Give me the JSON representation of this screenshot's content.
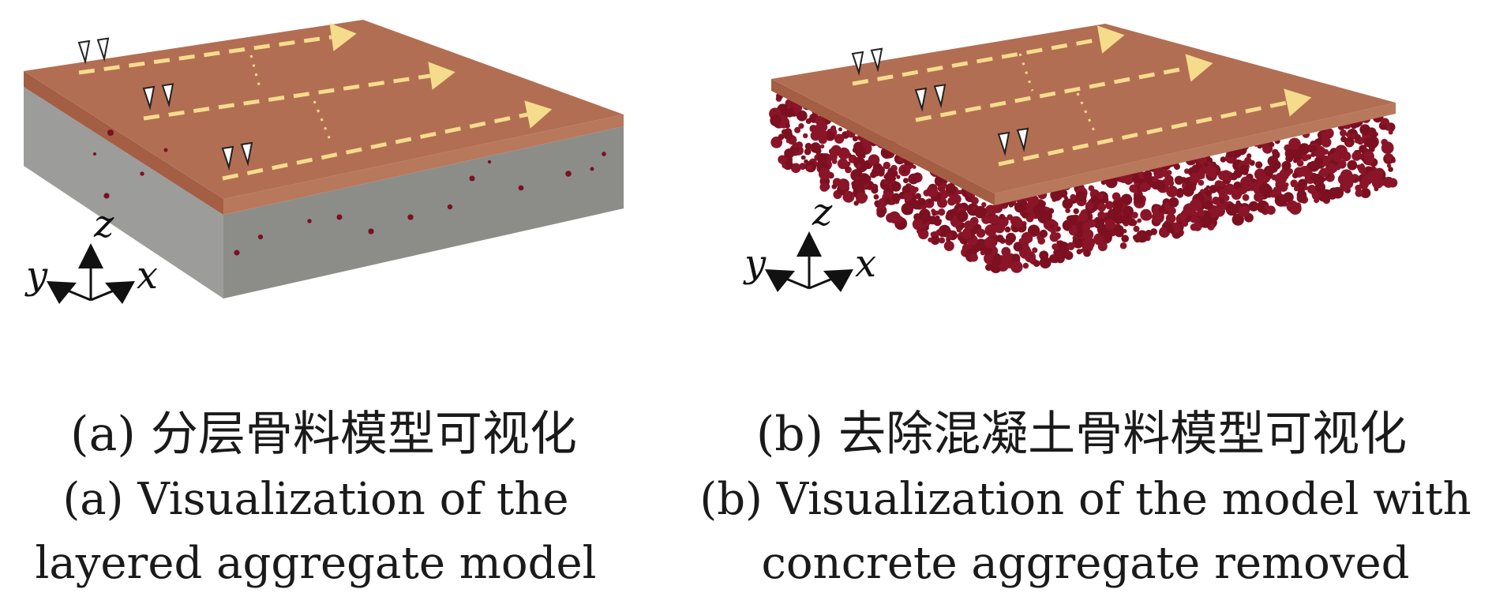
{
  "panel_a": {
    "caption_zh": "(a) 分层骨料模型可视化",
    "caption_en_line1": "(a) Visualization of the",
    "caption_en_line2": "layered aggregate model",
    "axes": {
      "z": "z",
      "y": "y",
      "x": "x"
    }
  },
  "panel_b": {
    "caption_zh": "(b) 去除混凝土骨料模型可视化",
    "caption_en_line1": "(b) Visualization of the model with",
    "caption_en_line2": "concrete aggregate removed",
    "axes": {
      "z": "z",
      "y": "y",
      "x": "x"
    }
  },
  "colors": {
    "asphalt_top": "#b26e53",
    "asphalt_edge": "#a45e44",
    "concrete_left": "#9c9c9a",
    "concrete_right": "#8c8d89",
    "aggregate": "#7c1020",
    "path_arrow": "#f5dc8c"
  }
}
